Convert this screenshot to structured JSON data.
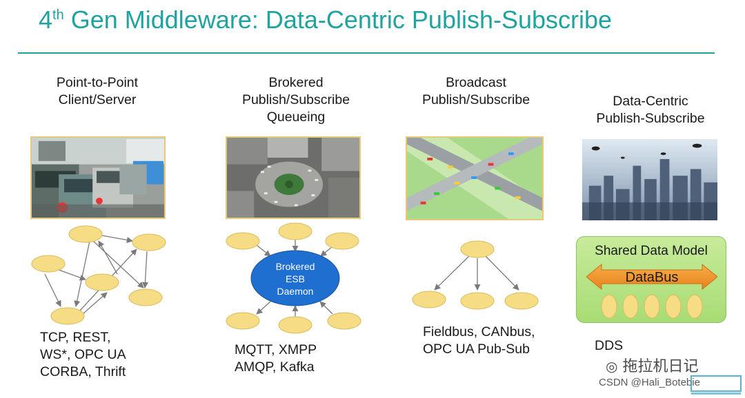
{
  "title": {
    "main": "4",
    "sup": "th",
    "rest": " Gen Middleware: Data-Centric Publish-Subscribe"
  },
  "columns": [
    {
      "heading": [
        "Point-to-Point",
        "Client/Server"
      ],
      "photo": "traffic-jam-photo",
      "protocols": [
        "TCP, REST,",
        "WS*, OPC UA",
        "CORBA, Thrift"
      ]
    },
    {
      "heading": [
        "Brokered",
        "Publish/Subscribe",
        "Queueing"
      ],
      "photo": "roundabout-photo",
      "protocols": [
        "MQTT, XMPP",
        "AMQP, Kafka"
      ]
    },
    {
      "heading": [
        "Broadcast",
        "Publish/Subscribe"
      ],
      "photo": "highway-interchange-photo",
      "protocols": [
        "Fieldbus, CANbus,",
        "OPC UA Pub-Sub"
      ]
    },
    {
      "heading": [
        "Data-Centric",
        "Publish-Subscribe"
      ],
      "photo": "futuristic-city-photo",
      "protocols": [
        "DDS"
      ]
    }
  ],
  "broker": {
    "lines": [
      "Brokered",
      "ESB",
      "Daemon"
    ],
    "color": "#1f6fd0"
  },
  "shared_data": {
    "title": "Shared Data Model",
    "bus_label": "DataBus",
    "bus_color": "#f0962a"
  },
  "colors": {
    "accent": "#1fa3a0",
    "node": "#f6dc84",
    "shared_bg": "#b4e282"
  },
  "watermark": {
    "wechat": "拖拉机日记",
    "csdn": "CSDN @Hali_Botebie"
  },
  "logo": {
    "icon": "omg-logo"
  }
}
